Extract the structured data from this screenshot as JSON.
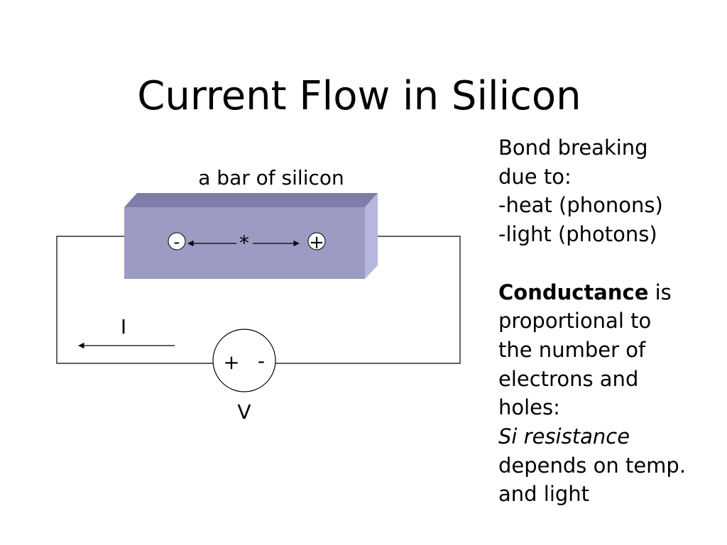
{
  "title": "Current Flow in Silicon",
  "diagram": {
    "bar_label": "a bar of silicon",
    "hole_sign": "-",
    "generation_mark": "*",
    "electron_sign": "+",
    "current_label": "I",
    "source_plus": "+",
    "source_minus": "-",
    "source_label": "V",
    "colors": {
      "bar_front": "#9b9bc4",
      "bar_top": "#7d7da8",
      "bar_side": "#b6b6df"
    }
  },
  "notes": {
    "bond_lines": [
      "Bond breaking",
      "due to:",
      "-heat (phonons)",
      "-light (photons)"
    ],
    "conductance_bold": "Conductance",
    "conductance_rest": " is",
    "conductance_lines": [
      "proportional to",
      "the number of",
      "electrons and",
      "holes:"
    ],
    "resistance_italic": "Si resistance",
    "resistance_lines": [
      "depends on temp.",
      "and light"
    ]
  }
}
